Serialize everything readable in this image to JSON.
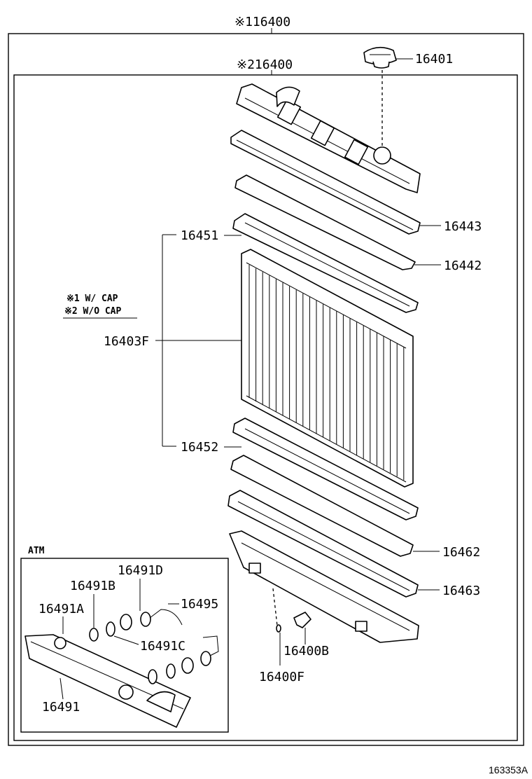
{
  "labels": {
    "assy_with_cap": "※116400",
    "assy_without_cap": "※216400",
    "cap": "16401",
    "upper_tank": "16443",
    "upper_gasket": "16442",
    "upper_seal": "16451",
    "core": "16403F",
    "lower_seal": "16452",
    "lower_gasket": "16462",
    "lower_tank": "16463",
    "drain_cock": "16400B",
    "drain_plug": "16400F"
  },
  "legend": {
    "note1": "※1 W/ CAP",
    "note2": "※2 W/O CAP"
  },
  "atm": {
    "title": "ATM",
    "labels": {
      "cooler": "16491",
      "p_a": "16491A",
      "p_b": "16491B",
      "p_c": "16491C",
      "p_d": "16491D",
      "hose": "16495"
    }
  },
  "figure_code": "163353A"
}
